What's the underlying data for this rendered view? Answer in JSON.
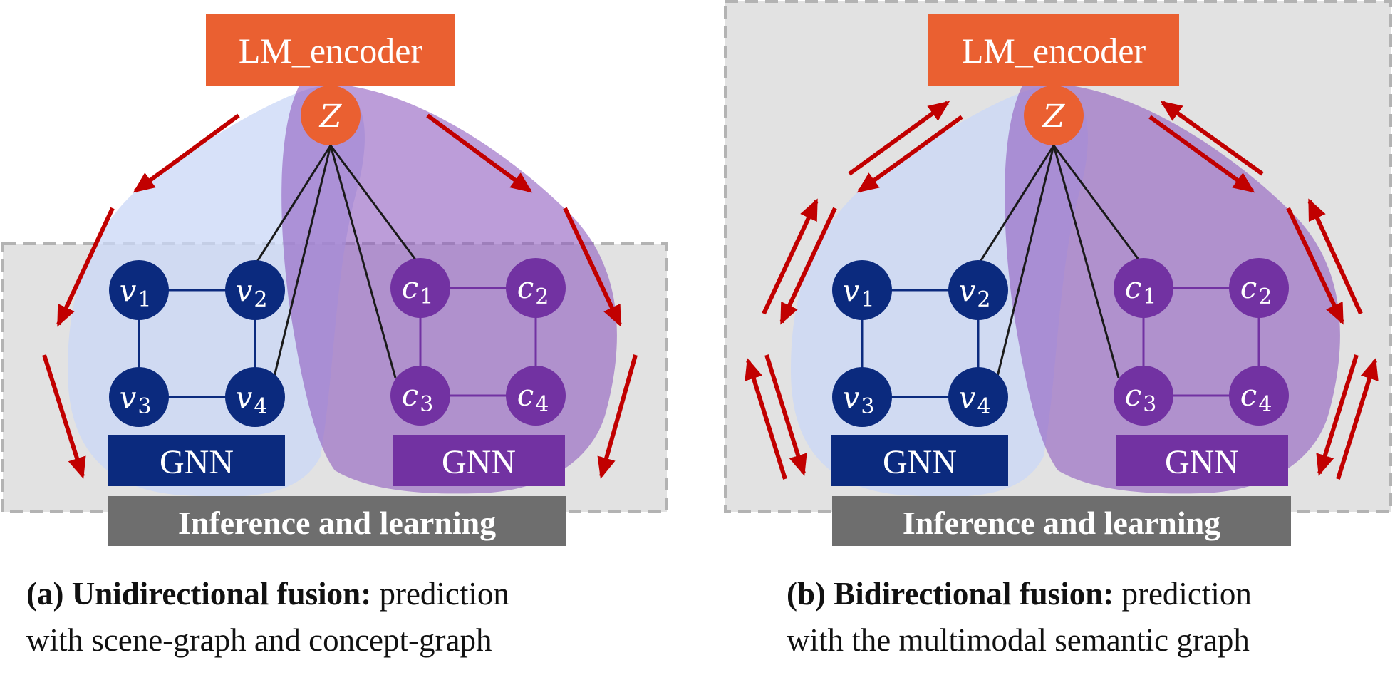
{
  "colors": {
    "encoder": "#ea6031",
    "scene_node": "#0b2a7e",
    "concept_node": "#7232a2",
    "gnn_scene": "#0b2a7e",
    "gnn_concept": "#7232a2",
    "inference_box": "#6e6e6e",
    "grey_region": "#e2e2e2",
    "arrow": "#c10000",
    "blue_region": "#c9d7f7",
    "purple_region": "#9f78c4"
  },
  "panels": [
    {
      "id": "a",
      "encoder_label": "LM_encoder",
      "z_label": "Z",
      "scene_nodes": [
        {
          "name": "v",
          "sub": "1"
        },
        {
          "name": "v",
          "sub": "2"
        },
        {
          "name": "v",
          "sub": "3"
        },
        {
          "name": "v",
          "sub": "4"
        }
      ],
      "concept_nodes": [
        {
          "name": "c",
          "sub": "1"
        },
        {
          "name": "c",
          "sub": "2"
        },
        {
          "name": "c",
          "sub": "3"
        },
        {
          "name": "c",
          "sub": "4"
        }
      ],
      "gnn_left_label": "GNN",
      "gnn_right_label": "GNN",
      "inference_label": "Inference and learning",
      "caption_bold": "(a) Unidirectional fusion:",
      "caption_rest_line1": " prediction",
      "caption_line2": "with scene-graph and concept-graph"
    },
    {
      "id": "b",
      "encoder_label": "LM_encoder",
      "z_label": "Z",
      "scene_nodes": [
        {
          "name": "v",
          "sub": "1"
        },
        {
          "name": "v",
          "sub": "2"
        },
        {
          "name": "v",
          "sub": "3"
        },
        {
          "name": "v",
          "sub": "4"
        }
      ],
      "concept_nodes": [
        {
          "name": "c",
          "sub": "1"
        },
        {
          "name": "c",
          "sub": "2"
        },
        {
          "name": "c",
          "sub": "3"
        },
        {
          "name": "c",
          "sub": "4"
        }
      ],
      "gnn_left_label": "GNN",
      "gnn_right_label": "GNN",
      "inference_label": "Inference and learning",
      "caption_bold": "(b) Bidirectional fusion:",
      "caption_rest_line1": " prediction",
      "caption_line2": "with the multimodal semantic graph"
    }
  ]
}
